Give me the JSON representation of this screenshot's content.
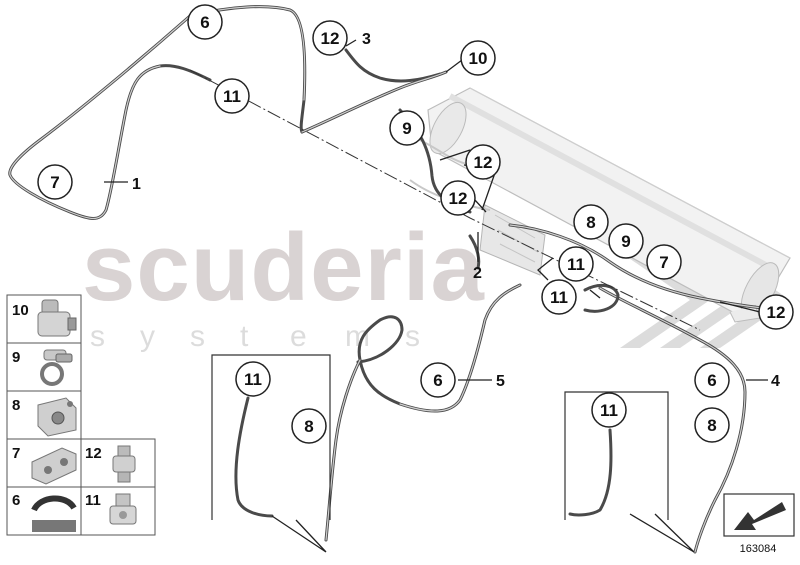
{
  "watermark": {
    "main": "scuderia",
    "sub": "systems"
  },
  "callouts": [
    {
      "id": "c6a",
      "label": "6"
    },
    {
      "id": "c12a",
      "label": "12"
    },
    {
      "id": "c10a",
      "label": "10"
    },
    {
      "id": "c11a",
      "label": "11"
    },
    {
      "id": "c7a",
      "label": "7"
    },
    {
      "id": "c9a",
      "label": "9"
    },
    {
      "id": "c12b",
      "label": "12"
    },
    {
      "id": "c12c",
      "label": "12"
    },
    {
      "id": "c8a",
      "label": "8"
    },
    {
      "id": "c9b",
      "label": "9"
    },
    {
      "id": "c7b",
      "label": "7"
    },
    {
      "id": "c11b",
      "label": "11"
    },
    {
      "id": "c11c",
      "label": "11"
    },
    {
      "id": "c12d",
      "label": "12"
    },
    {
      "id": "c11d",
      "label": "11"
    },
    {
      "id": "c6b",
      "label": "6"
    },
    {
      "id": "c8b",
      "label": "8"
    },
    {
      "id": "c6c",
      "label": "6"
    },
    {
      "id": "c11e",
      "label": "11"
    },
    {
      "id": "c8c",
      "label": "8"
    }
  ],
  "lead_labels": [
    {
      "id": "l3",
      "label": "3"
    },
    {
      "id": "l1",
      "label": "1"
    },
    {
      "id": "l2",
      "label": "2"
    },
    {
      "id": "l5",
      "label": "5"
    },
    {
      "id": "l4",
      "label": "4"
    }
  ],
  "legend": [
    {
      "label": "10"
    },
    {
      "label": "9"
    },
    {
      "label": "8"
    },
    {
      "label": "7"
    },
    {
      "label": "12"
    },
    {
      "label": "6"
    },
    {
      "label": "11"
    }
  ],
  "reference_number": "163084"
}
